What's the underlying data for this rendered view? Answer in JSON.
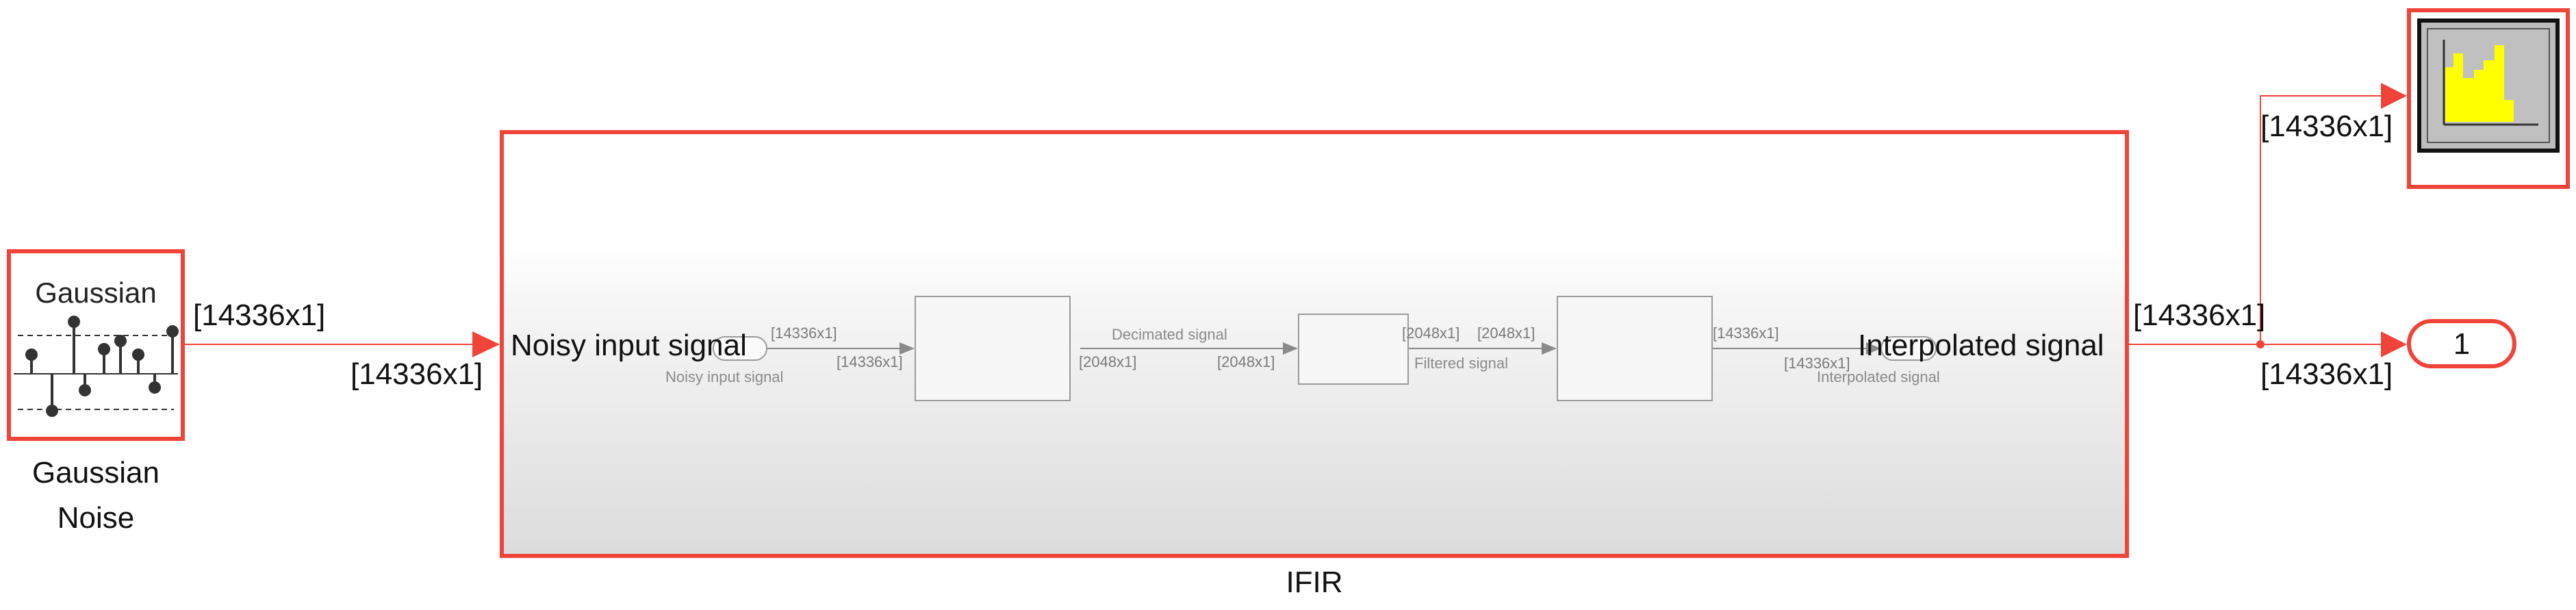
{
  "source": {
    "inner_label": "Gaussian",
    "name_line1": "Gaussian",
    "name_line2": "Noise",
    "out_dim": "[14336x1]"
  },
  "ifir": {
    "name": "IFIR",
    "in_dim": "[14336x1]",
    "in_port_label": "Noisy input signal",
    "out_port_label": "Interpolated signal",
    "inner": {
      "in_port_label": "Noisy input signal",
      "dim1a": "[14336x1]",
      "dim1b": "[14336x1]",
      "decimated_label": "Decimated signal",
      "dim2a": "[2048x1]",
      "dim2b": "[2048x1]",
      "dim3a": "[2048x1]",
      "dim3b": "[2048x1]",
      "filtered_label": "Filtered signal",
      "dim4a": "[14336x1]",
      "dim4b": "[14336x1]",
      "out_port_label": "Interpolated signal"
    }
  },
  "output": {
    "dim_top": "[14336x1]",
    "dim_bottom": "[14336x1]",
    "scope_dim": "[14336x1]",
    "port_number": "1"
  },
  "colors": {
    "accent": "#f0443a",
    "line": "#f0443a",
    "scope_bar": "#ffff00",
    "scope_screen": "#c0c0c0"
  },
  "icons": {
    "source": "gaussian-stem-plot-icon",
    "scope": "histogram-scope-icon"
  }
}
